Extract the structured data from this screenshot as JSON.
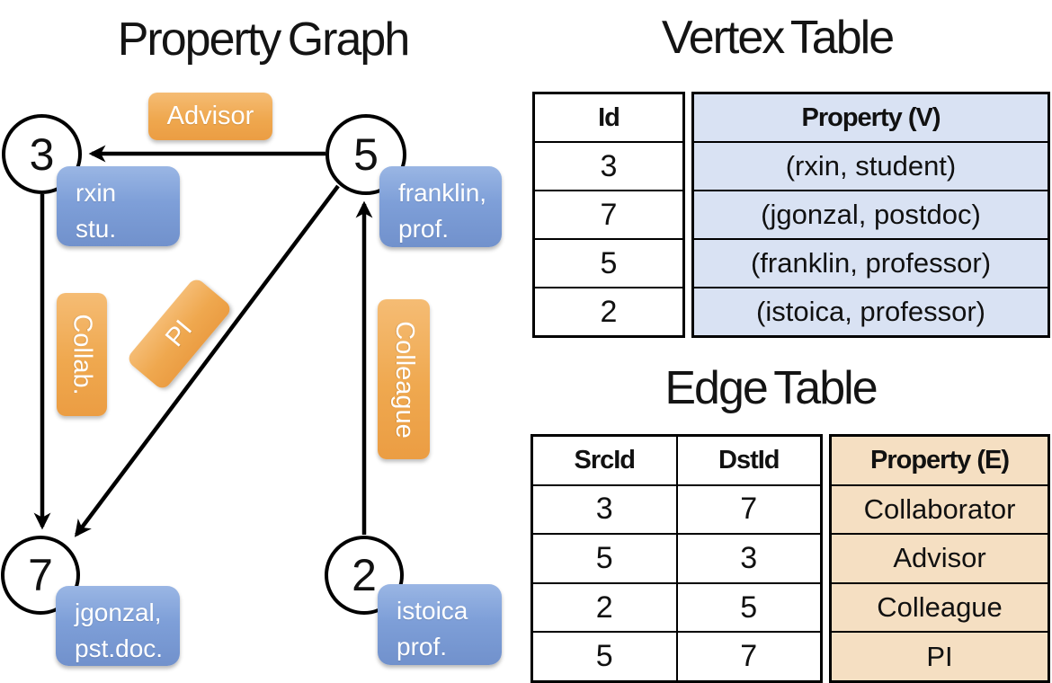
{
  "graph": {
    "title": "Property Graph",
    "nodes": [
      {
        "id": "3",
        "property_line1": "rxin",
        "property_line2": "stu."
      },
      {
        "id": "5",
        "property_line1": "franklin,",
        "property_line2": "prof."
      },
      {
        "id": "7",
        "property_line1": "jgonzal,",
        "property_line2": "pst.doc."
      },
      {
        "id": "2",
        "property_line1": "istoica",
        "property_line2": "prof."
      }
    ],
    "edges": [
      {
        "label": "Advisor",
        "from": "5",
        "to": "3"
      },
      {
        "label": "Collab.",
        "from": "3",
        "to": "7"
      },
      {
        "label": "PI",
        "from": "5",
        "to": "7"
      },
      {
        "label": "Colleague",
        "from": "2",
        "to": "5"
      }
    ]
  },
  "vertex_table": {
    "title": "Vertex Table",
    "columns": {
      "id": "Id",
      "property": "Property (V)"
    },
    "rows": [
      {
        "id": "3",
        "property": "(rxin, student)"
      },
      {
        "id": "7",
        "property": "(jgonzal, postdoc)"
      },
      {
        "id": "5",
        "property": "(franklin, professor)"
      },
      {
        "id": "2",
        "property": "(istoica, professor)"
      }
    ]
  },
  "edge_table": {
    "title": "Edge Table",
    "columns": {
      "src": "SrcId",
      "dst": "DstId",
      "property": "Property (E)"
    },
    "rows": [
      {
        "src": "3",
        "dst": "7",
        "property": "Collaborator"
      },
      {
        "src": "5",
        "dst": "3",
        "property": "Advisor"
      },
      {
        "src": "2",
        "dst": "5",
        "property": "Colleague"
      },
      {
        "src": "5",
        "dst": "7",
        "property": "PI"
      }
    ]
  },
  "colors": {
    "edge_label_orange": "#EFA84F",
    "node_property_blue": "#7E9FD8",
    "vertex_property_fill": "#D9E2F3",
    "edge_property_fill": "#F5DFC2",
    "line_black": "#000000"
  }
}
